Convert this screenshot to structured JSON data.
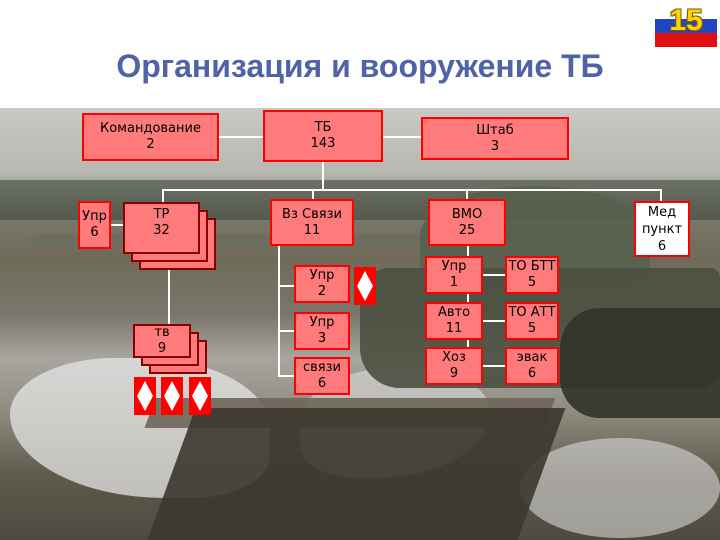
{
  "slide_number": "15",
  "title": "Организация и вооружение ТБ",
  "colors": {
    "box_fill": "#ff7a7a",
    "box_border": "#ff0000",
    "title": "#4f63a6",
    "slide_number": "#ffd400"
  },
  "nodes": {
    "command": {
      "name": "Командование",
      "value": "2"
    },
    "tb": {
      "name": "ТБ",
      "value": "143"
    },
    "staff": {
      "name": "Штаб",
      "value": "3"
    },
    "upr_left": {
      "name": "Упр",
      "value": "6"
    },
    "tr": {
      "name": "ТР",
      "value": "32"
    },
    "vz_svyazi": {
      "name": "Вз Связи",
      "value": "11"
    },
    "vmo": {
      "name": "ВМО",
      "value": "25"
    },
    "med": {
      "name": "Мед пункт",
      "value": "6"
    },
    "tv": {
      "name": "тв",
      "value": "9"
    },
    "upr_2": {
      "name": "Упр",
      "value": "2"
    },
    "upr_3": {
      "name": "Упр",
      "value": "3"
    },
    "svyazi": {
      "name": "связи",
      "value": "6"
    },
    "upr_1": {
      "name": "Упр",
      "value": "1"
    },
    "to_btt": {
      "name": "ТО БТТ",
      "value": "5"
    },
    "avto": {
      "name": "Авто",
      "value": "11"
    },
    "to_att": {
      "name": "ТО АТТ",
      "value": "5"
    },
    "hoz": {
      "name": "Хоз",
      "value": "9"
    },
    "evak": {
      "name": "эвак",
      "value": "6"
    }
  },
  "icons": [
    "flag-icon",
    "tank-diamond-icon"
  ]
}
